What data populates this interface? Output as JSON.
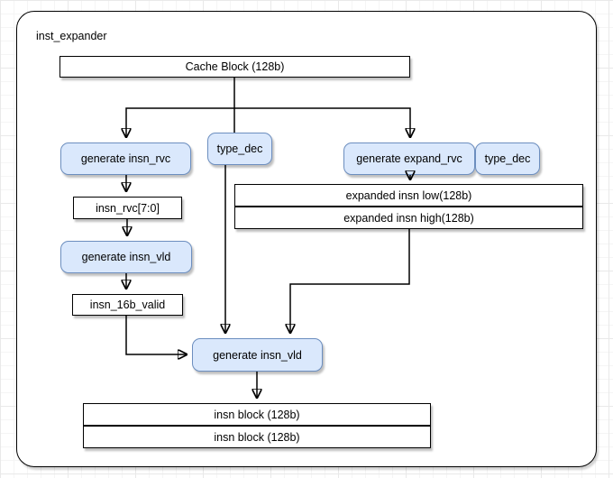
{
  "diagram": {
    "container_label": "inst_expander",
    "nodes": {
      "cache_block": "Cache Block (128b)",
      "generate_insn_rvc": "generate insn_rvc",
      "type_dec_1": "type_dec",
      "generate_expand_rvc": "generate expand_rvc",
      "type_dec_2": "type_dec",
      "insn_rvc_7_0": "insn_rvc[7:0]",
      "expanded_insn_low": "expanded insn low(128b)",
      "expanded_insn_high": "expanded insn high(128b)",
      "generate_insn_vld_1": "generate insn_vld",
      "insn_16b_valid": "insn_16b_valid",
      "generate_insn_vld_2": "generate insn_vld",
      "insn_block_1": "insn block (128b)",
      "insn_block_2": "insn block (128b)"
    },
    "colors": {
      "process_fill": "#dae8fc",
      "process_border": "#6c8ebf",
      "data_fill": "#ffffff",
      "data_border": "#000000",
      "connector": "#000000",
      "grid_line": "#e9e9e9"
    }
  }
}
